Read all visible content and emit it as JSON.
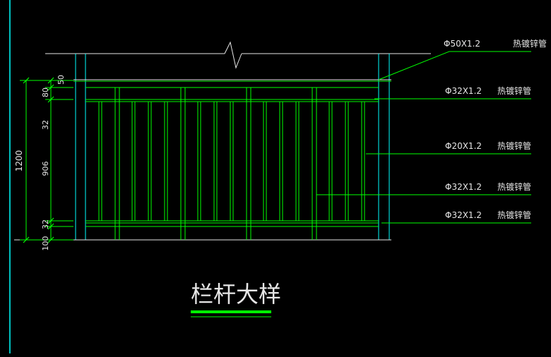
{
  "drawing": {
    "title": "栏杆大样",
    "colors": {
      "background": "#000000",
      "green": "#00ff00",
      "cyan": "#00ffff",
      "white": "#e6e6e6",
      "title_underline": "#00ff00"
    }
  },
  "dimensions": {
    "overall": "1200",
    "segments": [
      "50",
      "80",
      "32",
      "906",
      "32",
      "100"
    ]
  },
  "callouts": [
    {
      "spec": "Φ50X1.2",
      "material": "热镀锌管"
    },
    {
      "spec": "Φ32X1.2",
      "material": "热镀锌管"
    },
    {
      "spec": "Φ20X1.2",
      "material": "热镀锌管"
    },
    {
      "spec": "Φ32X1.2",
      "material": "热镀锌管"
    },
    {
      "spec": "Φ32X1.2",
      "material": "热镀锌管"
    }
  ]
}
